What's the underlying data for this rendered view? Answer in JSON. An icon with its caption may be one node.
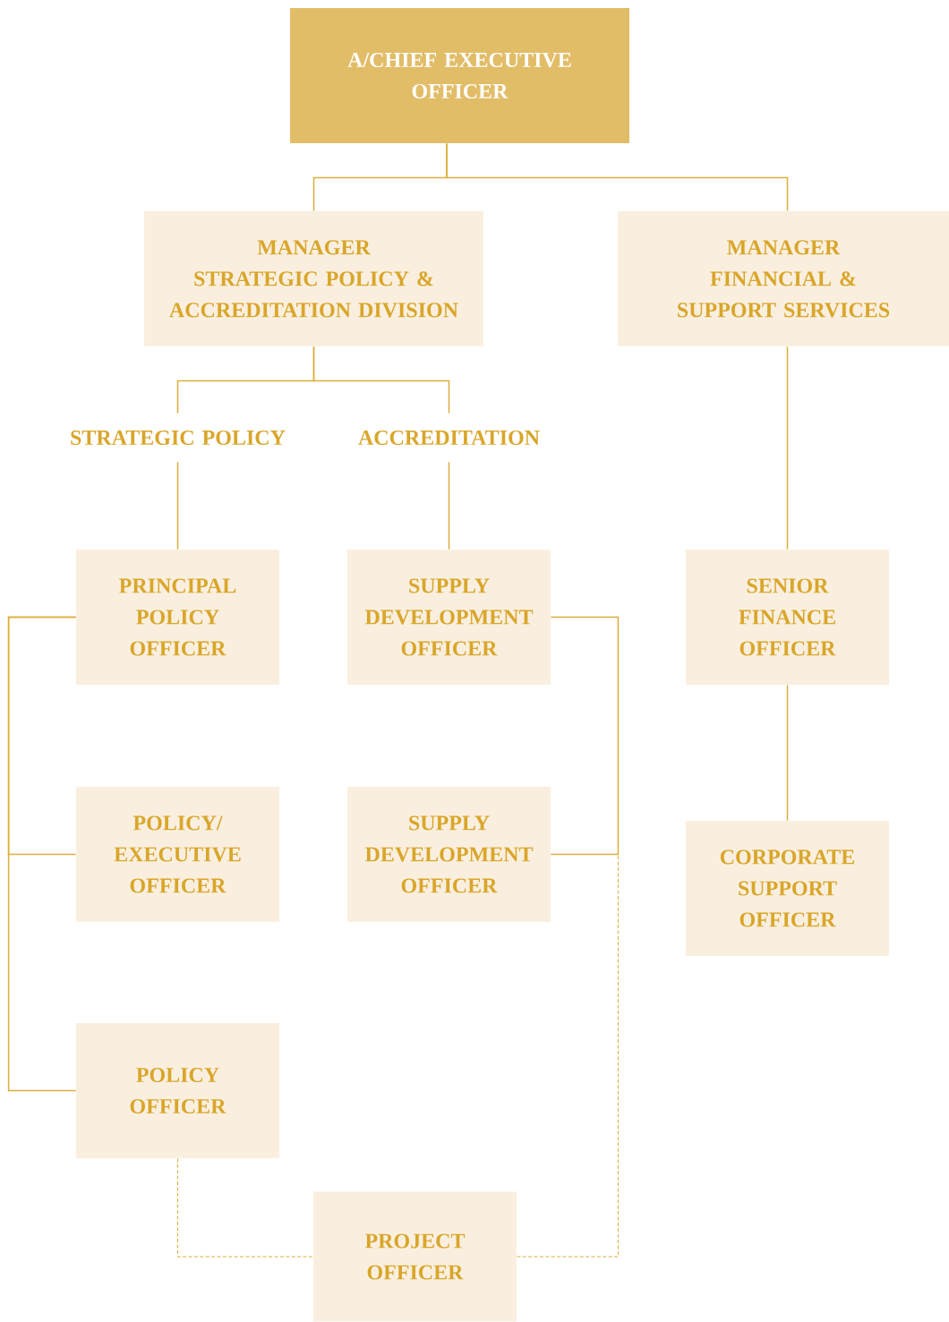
{
  "diagram": {
    "nodes": [
      {
        "text": [
          "A/CHIEF EXECUTIVE OFFICER"
        ]
      },
      {
        "text": [
          "MANAGER",
          "STRATEGIC POLICY & ACCREDITATION DIVISION"
        ]
      },
      {
        "text": [
          "MANAGER",
          "FINANCIAL & SUPPORT SERVICES"
        ]
      },
      {
        "text": [
          "STRATEGIC POLICY"
        ]
      },
      {
        "text": [
          "ACCREDITATION"
        ]
      },
      {
        "text": [
          "PRINCIPAL POLICY OFFICER"
        ]
      },
      {
        "text": [
          "SUPPLY DEVELOPMENT OFFICER"
        ]
      },
      {
        "text": [
          "SENIOR FINANCE OFFICER"
        ]
      },
      {
        "text": [
          "POLICY/ EXECUTIVE OFFICER"
        ]
      },
      {
        "text": [
          "SUPPLY DEVELOPMENT OFFICER"
        ]
      },
      {
        "text": [
          "CORPORATE SUPPORT OFFICER"
        ]
      },
      {
        "text": [
          "POLICY OFFICER"
        ]
      },
      {
        "text": [
          "PROJECT OFFICER"
        ]
      }
    ],
    "edges": [
      {
        "from": 0,
        "to": 1,
        "arrow": "none"
      },
      {
        "from": 0,
        "to": 2,
        "arrow": "none"
      },
      {
        "from": 1,
        "to": 3,
        "arrow": "none"
      },
      {
        "from": 1,
        "to": 4,
        "arrow": "none"
      },
      {
        "from": 3,
        "to": 5,
        "arrow": "none"
      },
      {
        "from": 4,
        "to": 6,
        "arrow": "none"
      },
      {
        "from": 2,
        "to": 7,
        "arrow": "none"
      },
      {
        "from": 7,
        "to": 10,
        "arrow": "none"
      },
      {
        "from": 5,
        "to": 8,
        "arrow": "none"
      },
      {
        "from": 5,
        "to": 11,
        "arrow": "none"
      },
      {
        "from": 6,
        "to": 9,
        "arrow": "none"
      },
      {
        "from": 11,
        "to": 12,
        "arrow": "none",
        "style": "dashed"
      },
      {
        "from": 9,
        "to": 12,
        "arrow": "none",
        "style": "dashed"
      }
    ]
  }
}
